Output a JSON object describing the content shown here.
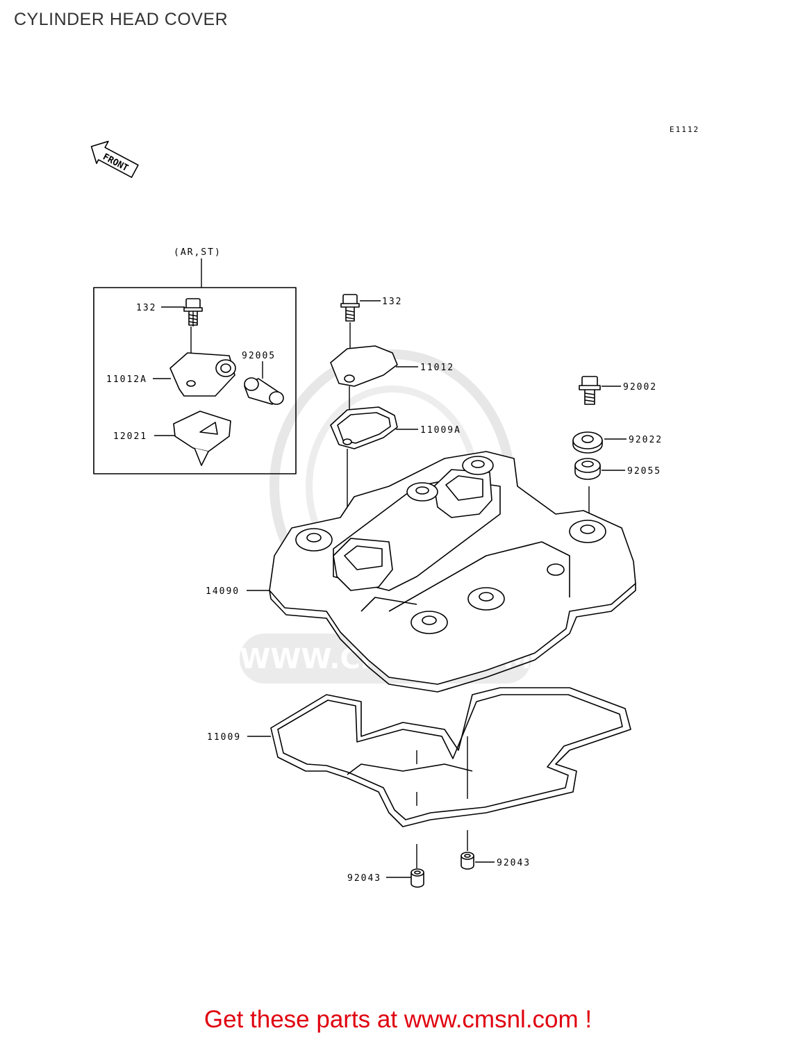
{
  "page": {
    "title": "CYLINDER HEAD COVER"
  },
  "diagram": {
    "code": "E1112",
    "front_label": "FRONT",
    "group_label": "(AR,ST)",
    "watermark": "WWW.CMSNL.COM",
    "parts": [
      {
        "id": "p-132-a",
        "label": "132"
      },
      {
        "id": "p-11012a",
        "label": "11012A"
      },
      {
        "id": "p-92005",
        "label": "92005"
      },
      {
        "id": "p-12021",
        "label": "12021"
      },
      {
        "id": "p-132-b",
        "label": "132"
      },
      {
        "id": "p-11012",
        "label": "11012"
      },
      {
        "id": "p-11009a",
        "label": "11009A"
      },
      {
        "id": "p-92002",
        "label": "92002"
      },
      {
        "id": "p-92022",
        "label": "92022"
      },
      {
        "id": "p-92055",
        "label": "92055"
      },
      {
        "id": "p-14090",
        "label": "14090"
      },
      {
        "id": "p-11009",
        "label": "11009"
      },
      {
        "id": "p-92043-a",
        "label": "92043"
      },
      {
        "id": "p-92043-b",
        "label": "92043"
      }
    ]
  },
  "footer": {
    "text": "Get these parts at www.cmsnl.com !"
  }
}
